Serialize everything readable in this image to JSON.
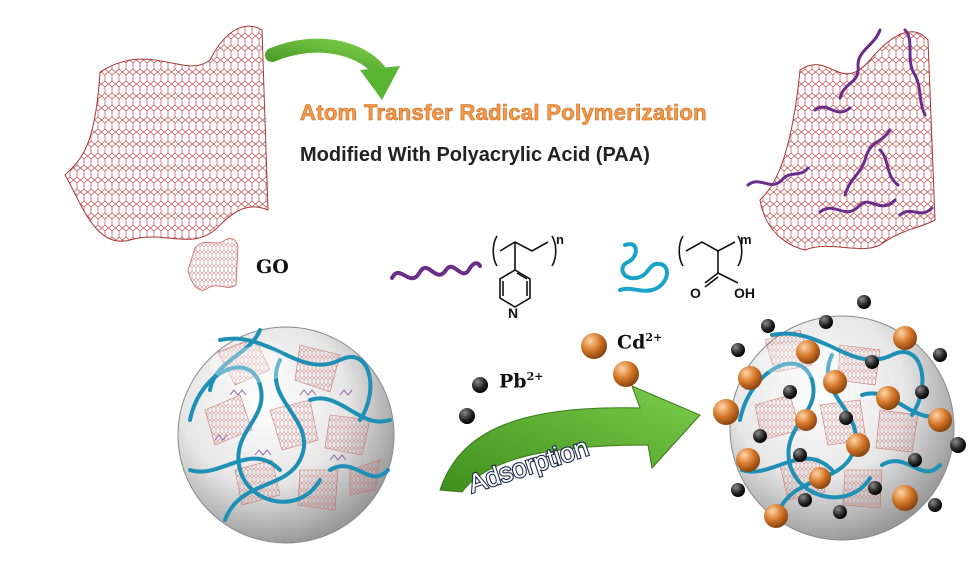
{
  "labels": {
    "atrp": "Atom Transfer Radical Polymerization",
    "modified": "Modified With Polyacrylic Acid (PAA)",
    "go": "GO",
    "pb_base": "Pb",
    "pb_charge": "2+",
    "cd_base": "Cd",
    "cd_charge": "2+",
    "adsorption": "Adsorption",
    "n": "n",
    "m": "m",
    "N": "N",
    "O": "O",
    "OH": "OH"
  },
  "colors": {
    "graphene": "#c04848",
    "polymer_purple": "#6b2d8a",
    "polymer_cyan": "#1aa3c9",
    "arrow_green": "#5bb534",
    "orange_text": "#f39a4a",
    "pb_ion": "#2a2a2a",
    "cd_ion": "#d6782a"
  }
}
